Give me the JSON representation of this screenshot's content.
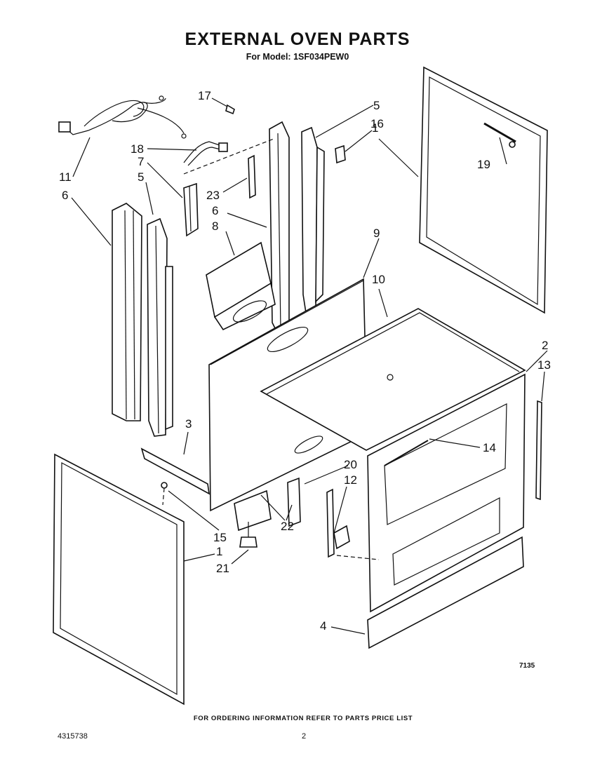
{
  "header": {
    "title": "EXTERNAL OVEN PARTS",
    "subtitle": "For Model: 1SF034PEW0"
  },
  "footer": {
    "ordering_note": "FOR ORDERING INFORMATION REFER TO PARTS PRICE LIST",
    "document_number": "4315738",
    "page_number": "2",
    "figure_code": "7135"
  },
  "callouts": {
    "c1_top": "1",
    "c1_bottom": "1",
    "c2": "2",
    "c3": "3",
    "c4": "4",
    "c5_left": "5",
    "c5_right": "5",
    "c6_left": "6",
    "c6_mid": "6",
    "c7": "7",
    "c8": "8",
    "c9": "9",
    "c10": "10",
    "c11": "11",
    "c12": "12",
    "c13": "13",
    "c14": "14",
    "c15": "15",
    "c16": "16",
    "c17": "17",
    "c18": "18",
    "c19": "19",
    "c20": "20",
    "c21": "21",
    "c22": "22",
    "c23": "23"
  }
}
